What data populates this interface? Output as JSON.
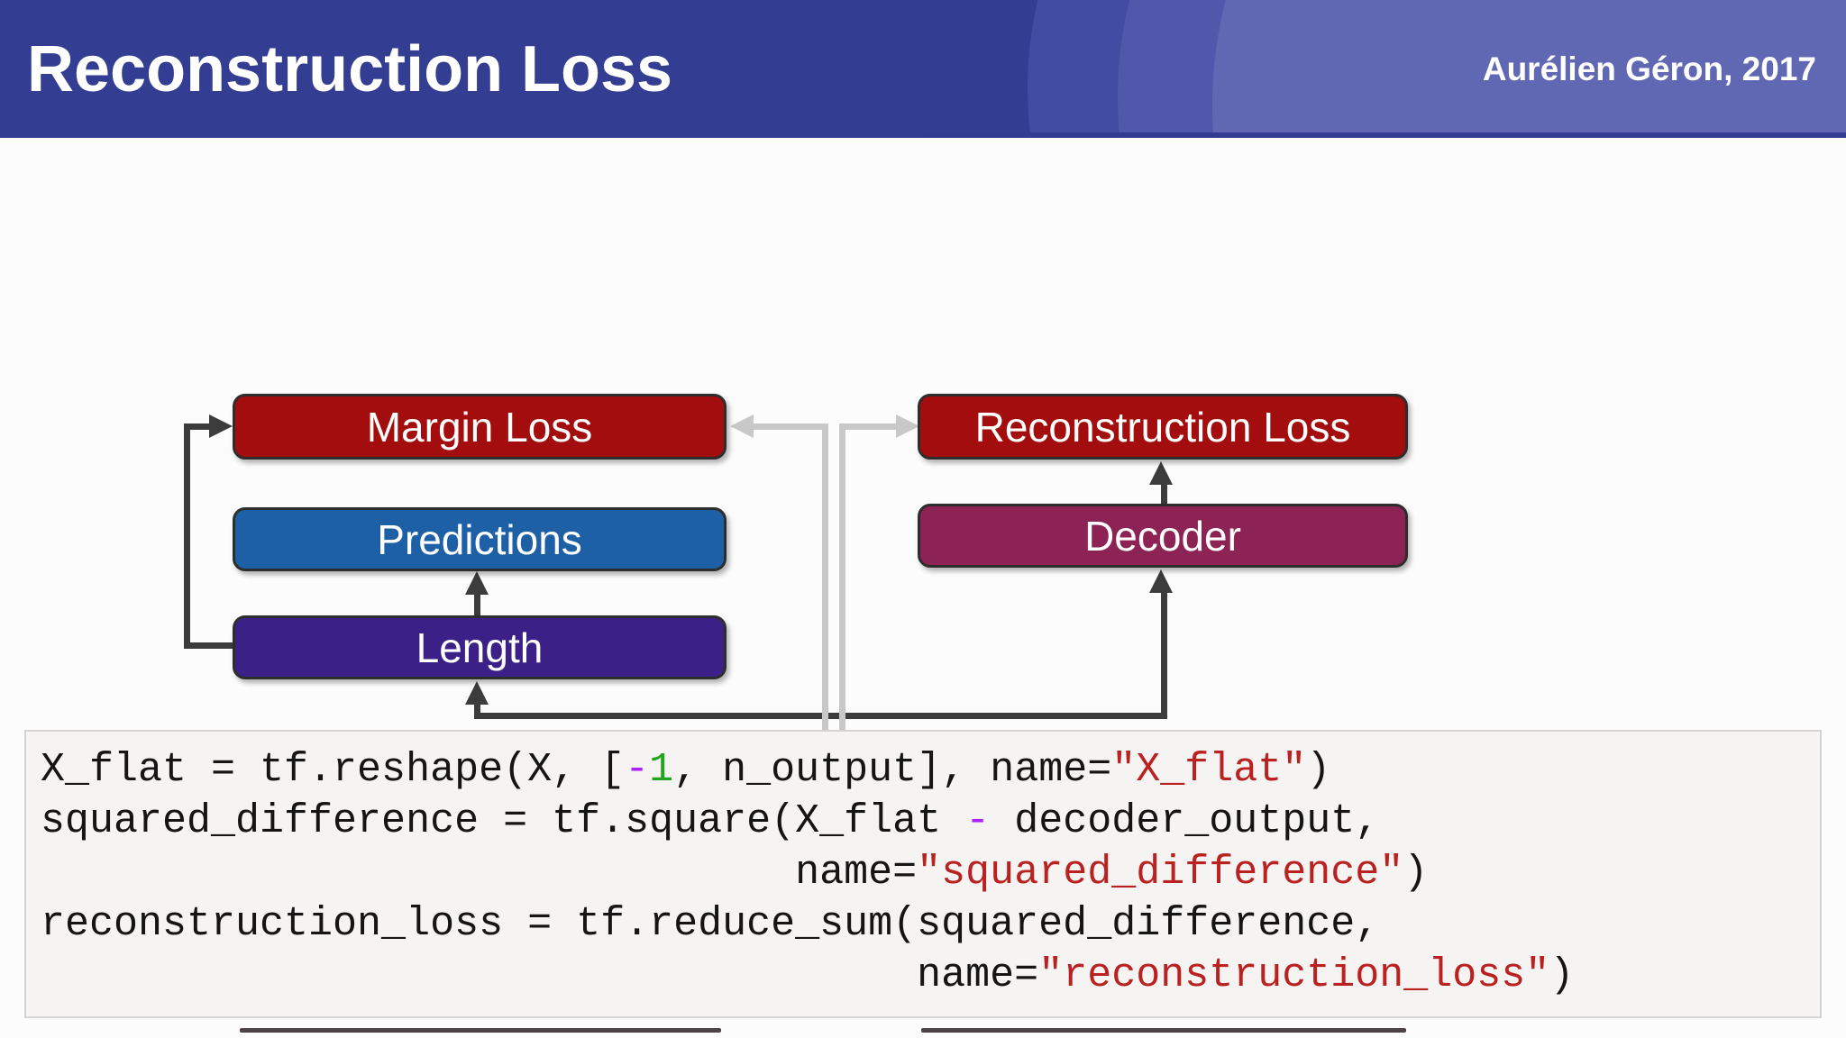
{
  "header": {
    "title": "Reconstruction Loss",
    "attribution": "Aurélien Géron, 2017"
  },
  "diagram": {
    "nodes": {
      "margin_loss": "Margin Loss",
      "predictions": "Predictions",
      "length": "Length",
      "reconstruction_loss": "Reconstruction Loss",
      "decoder": "Decoder"
    },
    "edges": [
      {
        "from": "length",
        "to": "margin_loss",
        "style": "dark"
      },
      {
        "from": "length",
        "to": "predictions",
        "style": "dark"
      },
      {
        "from": "lower_hidden_source",
        "to": "length",
        "style": "dark"
      },
      {
        "from": "lower_hidden_source",
        "to": "decoder",
        "style": "dark"
      },
      {
        "from": "decoder",
        "to": "reconstruction_loss",
        "style": "dark"
      },
      {
        "from": "middle_hidden_source",
        "to": "margin_loss",
        "style": "faded"
      },
      {
        "from": "middle_hidden_source",
        "to": "reconstruction_loss",
        "style": "faded"
      }
    ]
  },
  "code": {
    "lines": [
      [
        {
          "t": "X_flat = tf.reshape(X, ["
        },
        {
          "t": "-",
          "c": "op"
        },
        {
          "t": "1",
          "c": "num"
        },
        {
          "t": ", n_output], name="
        },
        {
          "t": "\"X_flat\"",
          "c": "str"
        },
        {
          "t": ")"
        }
      ],
      [
        {
          "t": "squared_difference = tf.square(X_flat "
        },
        {
          "t": "-",
          "c": "op"
        },
        {
          "t": " decoder_output,"
        }
      ],
      [
        {
          "t": "                               name="
        },
        {
          "t": "\"squared_difference\"",
          "c": "str"
        },
        {
          "t": ")"
        }
      ],
      [
        {
          "t": "reconstruction_loss = tf.reduce_sum(squared_difference,"
        }
      ],
      [
        {
          "t": "                                    name="
        },
        {
          "t": "\"reconstruction_loss\"",
          "c": "str"
        },
        {
          "t": ")"
        }
      ]
    ]
  },
  "colors": {
    "header_bg": "#333D92",
    "swoosh_1": "#414CA2",
    "swoosh_2": "#5058AB",
    "swoosh_3": "#6068B4",
    "loss_box": "#A30D0D",
    "predictions_box": "#1D60A6",
    "length_box": "#3B2187",
    "decoder_box": "#8D2254",
    "connector_dark": "#3C3C3C",
    "connector_faded": "#C8C8C8",
    "code_background": "#F5F4F2",
    "code_string": "#BA2121",
    "code_number": "#1FA51F",
    "code_operator": "#AA22FF"
  }
}
